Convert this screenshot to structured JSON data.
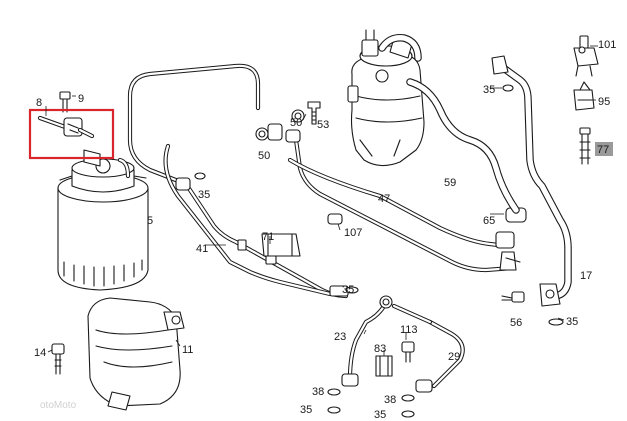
{
  "callouts": [
    {
      "id": "c8",
      "text": "8"
    },
    {
      "id": "c9",
      "text": "9"
    },
    {
      "id": "c5",
      "text": "5"
    },
    {
      "id": "c41",
      "text": "41"
    },
    {
      "id": "c71",
      "text": "71"
    },
    {
      "id": "c107",
      "text": "107"
    },
    {
      "id": "c47",
      "text": "47"
    },
    {
      "id": "c59",
      "text": "59"
    },
    {
      "id": "c65",
      "text": "65"
    },
    {
      "id": "c53",
      "text": "53"
    },
    {
      "id": "c50a",
      "text": "50"
    },
    {
      "id": "c50b",
      "text": "50"
    },
    {
      "id": "c35a",
      "text": "35"
    },
    {
      "id": "c35b",
      "text": "35"
    },
    {
      "id": "c35c",
      "text": "35"
    },
    {
      "id": "c35d",
      "text": "35"
    },
    {
      "id": "c35e",
      "text": "35"
    },
    {
      "id": "c35f",
      "text": "35"
    },
    {
      "id": "c101",
      "text": "101"
    },
    {
      "id": "c95",
      "text": "95"
    },
    {
      "id": "c77",
      "text": "77",
      "highlighted": true
    },
    {
      "id": "c17",
      "text": "17"
    },
    {
      "id": "c56",
      "text": "56"
    },
    {
      "id": "c23",
      "text": "23"
    },
    {
      "id": "c113",
      "text": "113"
    },
    {
      "id": "c83",
      "text": "83"
    },
    {
      "id": "c29",
      "text": "29"
    },
    {
      "id": "c38a",
      "text": "38"
    },
    {
      "id": "c38b",
      "text": "38"
    },
    {
      "id": "c14",
      "text": "14"
    },
    {
      "id": "c11",
      "text": "11"
    }
  ],
  "highlight_box": {
    "color": "#d8262c",
    "target_part": "8"
  },
  "watermark": {
    "text": "otoMoto"
  }
}
